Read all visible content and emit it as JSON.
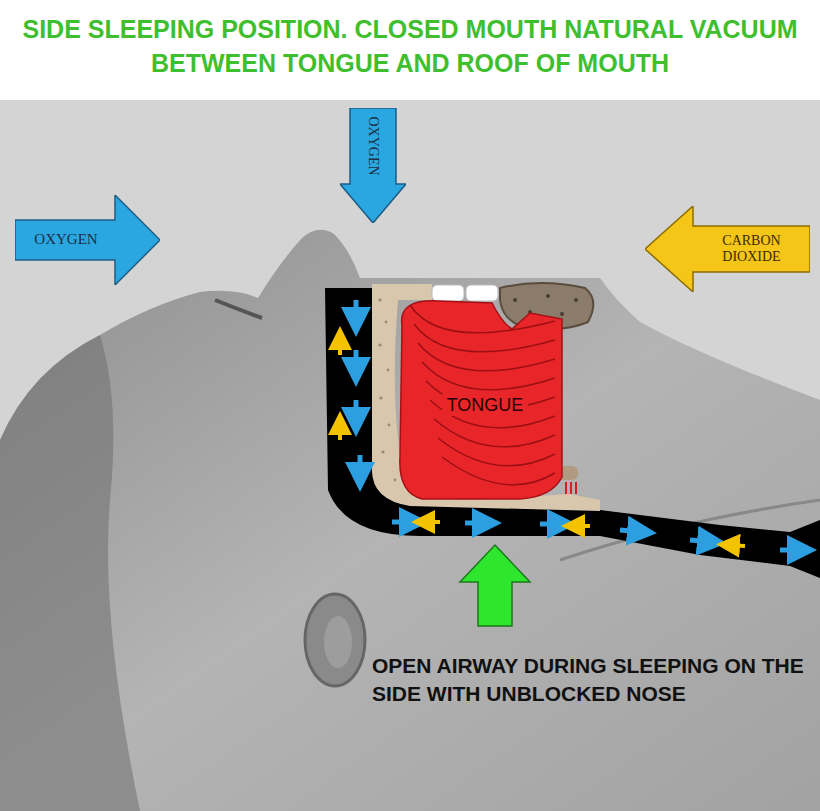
{
  "diagram": {
    "title": "SIDE SLEEPING POSITION. CLOSED MOUTH NATURAL VACUUM BETWEEN TONGUE AND ROOF OF MOUTH",
    "nodes": [
      {
        "text": [
          "OXYGEN"
        ]
      },
      {
        "text": [
          "OXYGEN"
        ]
      },
      {
        "text": [
          "CARBON DIOXIDE"
        ]
      },
      {
        "text": [
          "TONGUE"
        ]
      }
    ],
    "labels": [
      "OPEN AIRWAY DURING SLEEPING ON THE SIDE WITH UNBLOCKED NOSE"
    ]
  }
}
